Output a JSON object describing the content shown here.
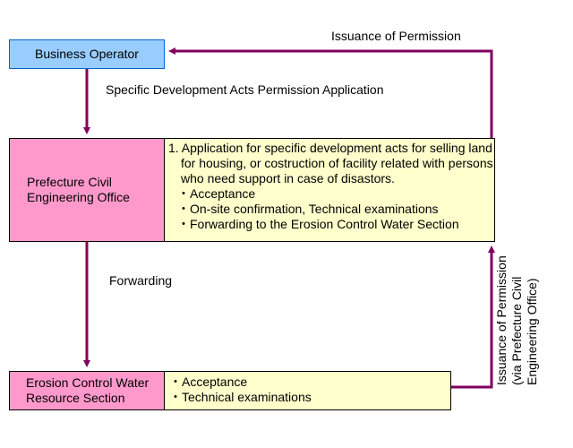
{
  "nodes": {
    "business_operator": "Business Operator",
    "pceo_lines": [
      "Prefecture Civil",
      "Engineering Office"
    ],
    "pceo_detail": {
      "first": "1. Application for specific development acts for selling land",
      "cont": [
        "for housing, or costruction of facility related with persons",
        "who need support in case of disastors."
      ],
      "items": [
        "・Acceptance",
        "・On-site confirmation, Technical examinations",
        "・Forwarding to the Erosion Control Water Section"
      ]
    },
    "ecws_lines": [
      "Erosion Control Water",
      "Resource Section"
    ],
    "ecws_detail": [
      "・Acceptance",
      "・Technical examinations"
    ]
  },
  "edges": {
    "issuance_top": "Issuance of Permission",
    "application": "Specific Development Acts Permission Application",
    "forwarding": "Forwarding",
    "issuance_side": [
      "Issuance of Permission",
      "(via Prefecture Civil",
      "Engineering Office)"
    ]
  },
  "colors": {
    "arrow": "#800060",
    "operator_fill": "#99ccff",
    "office_fill": "#ff99cc",
    "detail_fill": "#ffffcc"
  }
}
